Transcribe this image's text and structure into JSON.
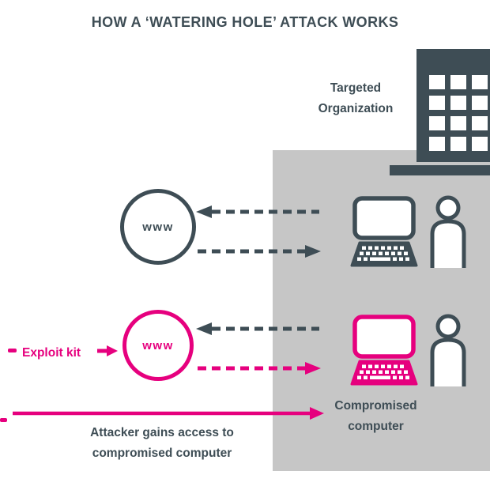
{
  "title": "HOW A ‘WATERING HOLE’ ATTACK WORKS",
  "colors": {
    "dark": "#3e4d55",
    "magenta": "#e6007e",
    "panel": "#c6c6c6"
  },
  "labels": {
    "targeted_org": {
      "line1": "Targeted",
      "line2": "Organization"
    },
    "www_site_1": "www",
    "www_site_2": "www",
    "exploit_kit": "Exploit kit",
    "compromised": {
      "line1": "Compromised",
      "line2": "computer"
    },
    "attacker": {
      "line1": "Attacker gains access to",
      "line2": "compromised computer"
    }
  },
  "icons": {
    "building": "targeted-organization-building",
    "www_circle_dark": "legitimate-website",
    "www_circle_magenta": "compromised-website",
    "laptop_dark": "user-laptop",
    "laptop_magenta": "compromised-laptop",
    "person": "user",
    "dashed_arrow": "traffic-arrow",
    "solid_arrow": "attacker-access-arrow",
    "exploit_arrow": "exploit-kit-arrow"
  }
}
